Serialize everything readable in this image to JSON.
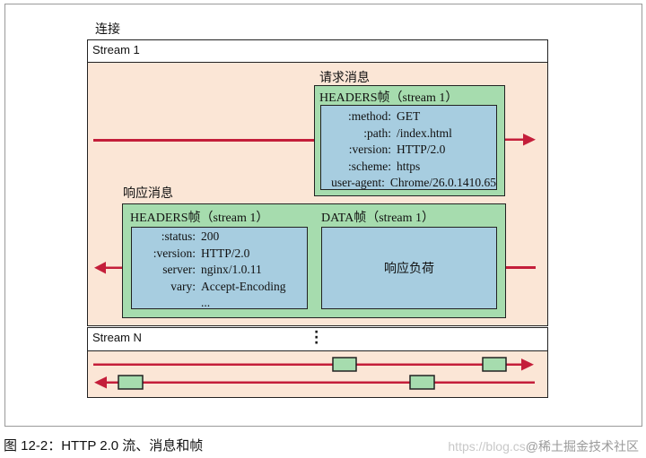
{
  "connection_label": "连接",
  "stream1_label": "Stream 1",
  "request": {
    "label": "请求消息",
    "frame_title": "HEADERS帧（stream 1）",
    "headers": [
      {
        "key": ":method:",
        "value": "GET"
      },
      {
        "key": ":path:",
        "value": "/index.html"
      },
      {
        "key": ":version:",
        "value": "HTTP/2.0"
      },
      {
        "key": ":scheme:",
        "value": "https"
      },
      {
        "key": "user-agent:",
        "value": "Chrome/26.0.1410.65"
      }
    ]
  },
  "response": {
    "label": "响应消息",
    "headers_frame_title": "HEADERS帧（stream 1）",
    "headers": [
      {
        "key": ":status:",
        "value": "200"
      },
      {
        "key": ":version:",
        "value": "HTTP/2.0"
      },
      {
        "key": "server:",
        "value": "nginx/1.0.11"
      },
      {
        "key": "vary:",
        "value": "Accept-Encoding"
      },
      {
        "key": "",
        "value": "..."
      }
    ],
    "data_frame_title": "DATA帧（stream 1）",
    "data_payload": "响应负荷"
  },
  "streamN_label": "Stream N",
  "caption": "图 12-2：HTTP 2.0 流、消息和帧",
  "watermark": {
    "prefix": "https://blog.cs",
    "site": "@稀土掘金技术社区"
  },
  "colors": {
    "arrow": "#c41e3a",
    "stream_bg": "#fbe6d6",
    "frame_bg": "#a6dcae",
    "payload_bg": "#a7cde0"
  }
}
